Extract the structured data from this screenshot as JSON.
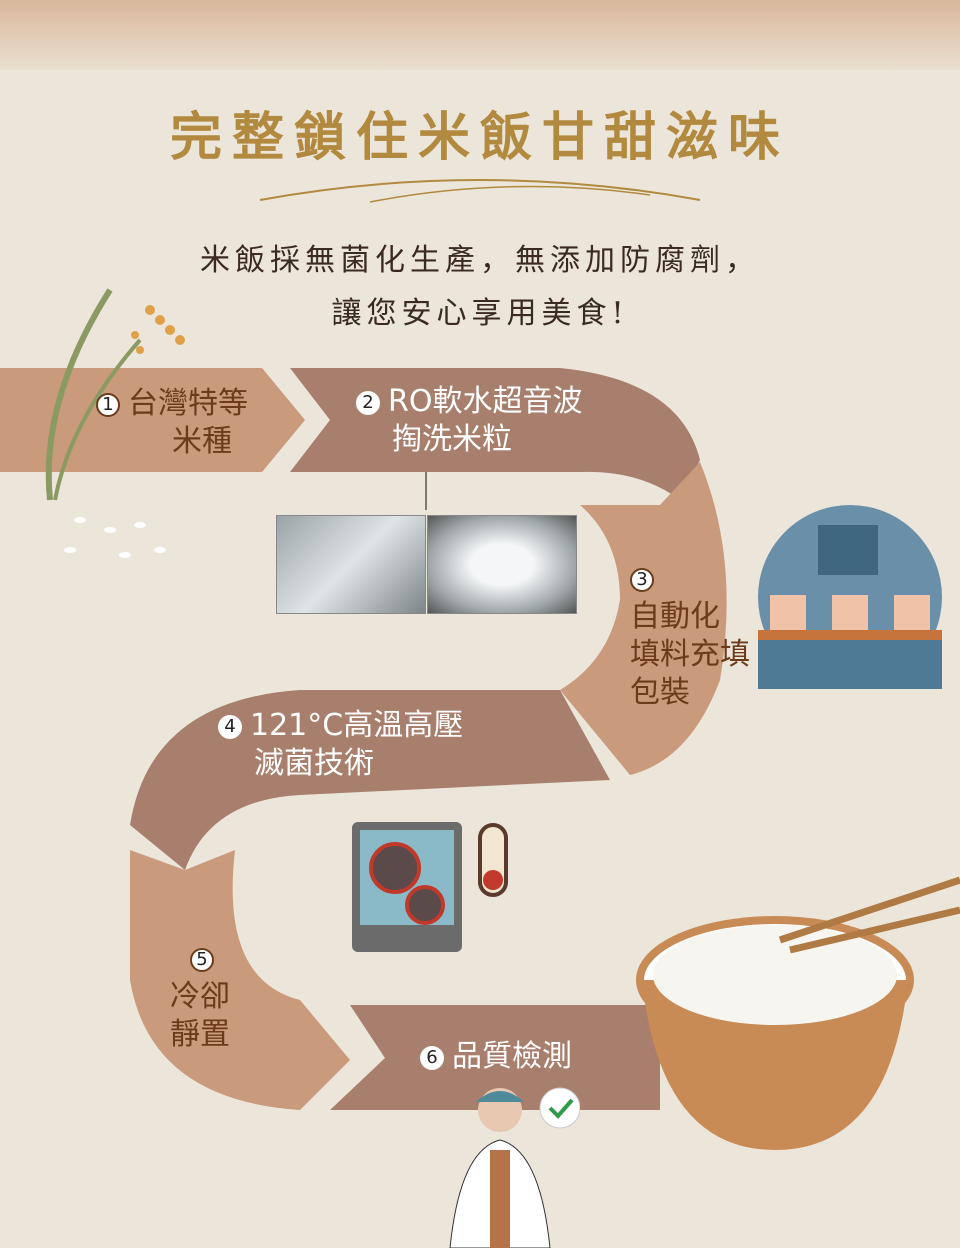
{
  "title": "完整鎖住米飯甘甜滋味",
  "subtitle_line1": "米飯採無菌化生產，無添加防腐劑，",
  "subtitle_line2": "讓您安心享用美食!",
  "steps": [
    {
      "num": "1",
      "line1": "台灣特等",
      "line2": "米種"
    },
    {
      "num": "2",
      "line1": "RO軟水超音波",
      "line2": "掏洗米粒"
    },
    {
      "num": "3",
      "line1": "自動化",
      "line2": "填料充填",
      "line3": "包裝"
    },
    {
      "num": "4",
      "line1": "121°C高溫高壓",
      "line2": "滅菌技術"
    },
    {
      "num": "5",
      "line1": "冷卻",
      "line2": "靜置"
    },
    {
      "num": "6",
      "line1": "品質檢測"
    }
  ],
  "colors": {
    "title": "#b28a3f",
    "band_light": "#c99a7c",
    "band_dark": "#a87e6c",
    "background": "#ece5da"
  }
}
